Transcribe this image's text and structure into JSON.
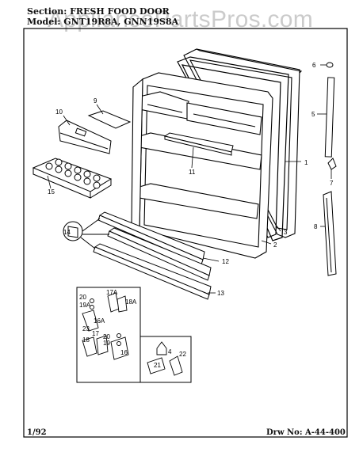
{
  "header": {
    "section": "Section: FRESH FOOD DOOR",
    "model": "Model: GNT19R8A, GNN19S8A"
  },
  "watermark": "AppliancePartsPros.com",
  "footer": {
    "date": "1/92",
    "drawing_number": "Drw No: A-44-400"
  },
  "callouts": {
    "c1": "1",
    "c2": "2",
    "c3": "3",
    "c4": "4",
    "c5": "5",
    "c6": "6",
    "c7": "7",
    "c8": "8",
    "c9": "9",
    "c10": "10",
    "c11": "11",
    "c12": "12",
    "c13": "13",
    "c14": "14",
    "c15": "15",
    "c16": "16",
    "c16a": "16A",
    "c17": "17",
    "c17a": "17A",
    "c18": "18",
    "c18a": "18A",
    "c19": "19",
    "c19a": "19A",
    "c20": "20",
    "c20b": "20",
    "c19b": "19",
    "c21": "21",
    "c22": "22",
    "c23": "23"
  }
}
